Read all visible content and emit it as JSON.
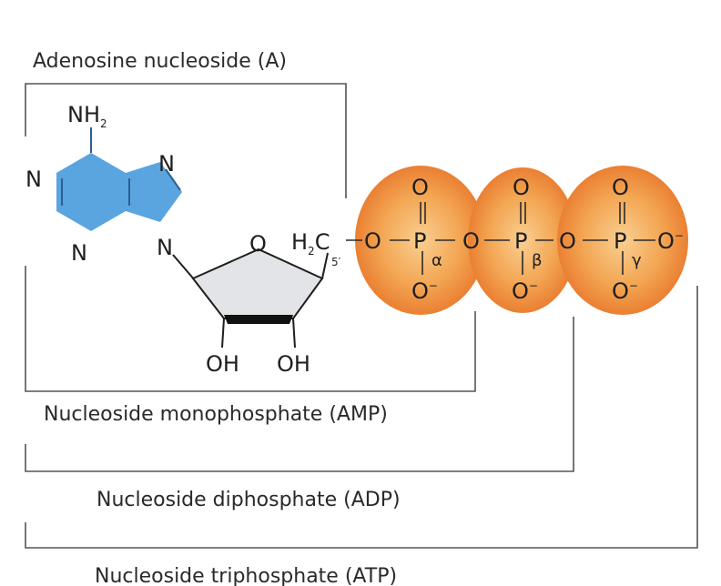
{
  "labels": {
    "adenosine": "Adenosine nucleoside (A)",
    "amp": "Nucleoside monophosphate (AMP)",
    "adp": "Nucleoside diphosphate (ADP)",
    "atp": "Nucleoside triphosphate (ATP)"
  },
  "adenine": {
    "nh2": "NH",
    "nh2_sub": "2",
    "n1": "N",
    "n3": "N",
    "n7": "N",
    "n9": "N"
  },
  "ribose": {
    "ring_o": "O",
    "oh_left": "OH",
    "oh_right": "OH",
    "h2c": "H",
    "h2c_sub": "2",
    "c": "C",
    "five_prime": "5′"
  },
  "phosphates": {
    "bridge_o": "O",
    "p": "P",
    "double_o": "O",
    "minus_o": "O",
    "minus": "−",
    "terminal_o": "O",
    "greek": [
      "α",
      "β",
      "γ"
    ]
  },
  "colors": {
    "adenine_fill": "#5aa4e0",
    "ribose_fill": "#e2e4e8",
    "phosphate_outer": "#f0a04a",
    "phosphate_inner": "#f7c483",
    "phosphate_edge": "#e06e18"
  }
}
